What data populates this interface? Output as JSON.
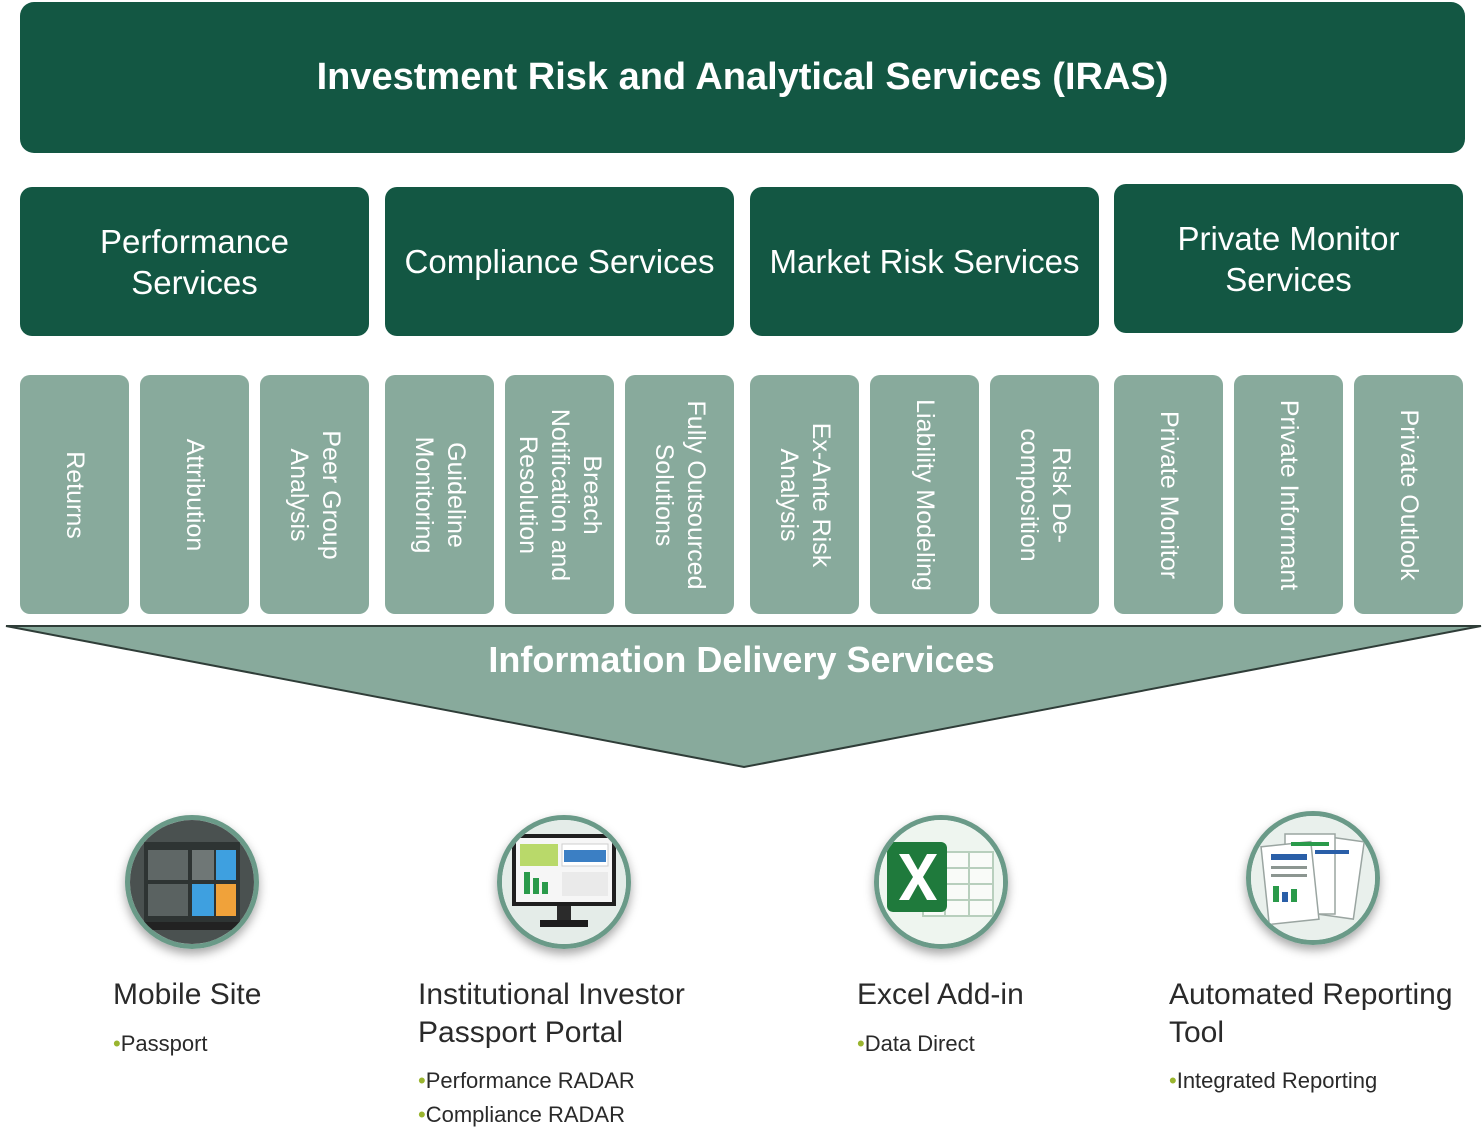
{
  "banner": {
    "title": "Investment Risk and Analytical Services (IRAS)"
  },
  "services": [
    {
      "label": "Performance\nServices",
      "subs": [
        "Returns",
        "Attribution",
        "Peer Group\nAnalysis"
      ]
    },
    {
      "label": "Compliance Services",
      "subs": [
        "Guideline\nMonitoring",
        "Breach\nNotification and\nResolution",
        "Fully Outsourced\nSolutions"
      ]
    },
    {
      "label": "Market Risk Services",
      "subs": [
        "Ex-Ante Risk\nAnalysis",
        "Liability Modeling",
        "Risk De-\ncomposition"
      ]
    },
    {
      "label": "Private Monitor\nServices",
      "subs": [
        "Private Monitor",
        "Private Informant",
        "Private Outlook"
      ]
    }
  ],
  "delivery": {
    "title": "Information Delivery Services"
  },
  "channels": [
    {
      "title": "Mobile Site",
      "icon": "mobile-dashboard-icon",
      "items": [
        "Passport"
      ]
    },
    {
      "title": "Institutional Investor\nPassport Portal",
      "icon": "monitor-portal-icon",
      "items": [
        "Performance RADAR",
        "Compliance RADAR"
      ]
    },
    {
      "title": "Excel Add-in",
      "icon": "excel-icon",
      "items": [
        "Data Direct"
      ]
    },
    {
      "title": "Automated Reporting\nTool",
      "icon": "report-pages-icon",
      "items": [
        "Integrated Reporting"
      ]
    }
  ],
  "colors": {
    "dark_green": "#135743",
    "light_green": "#88aa9c",
    "bullet": "#9ab52f"
  }
}
